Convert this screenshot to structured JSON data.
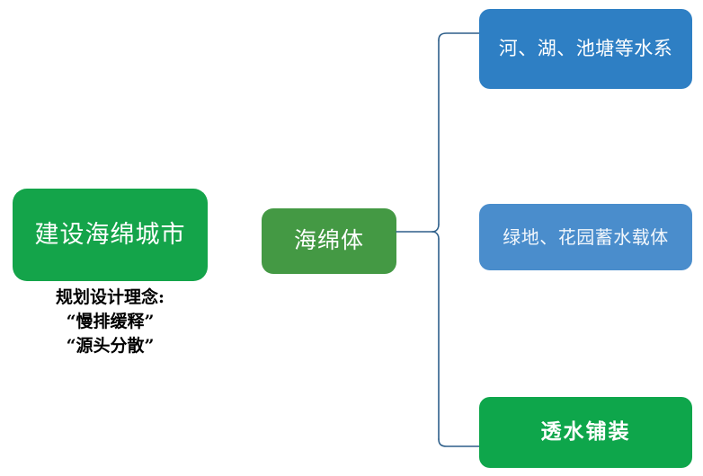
{
  "diagram": {
    "title": "建设海绵城市",
    "type": "bracket-tree",
    "background_color": "#ffffff",
    "root": {
      "label": "建设海绵城市",
      "fill": "#14A44A",
      "text_color": "#ffffff"
    },
    "caption": {
      "lines": [
        "规划设计理念:",
        "“慢排缓释”",
        "“源头分散”"
      ],
      "text_color": "#000000"
    },
    "middle": {
      "label": "海绵体",
      "fill": "#449944",
      "text_color": "#ffffff"
    },
    "branches": [
      {
        "label": "河、湖、池塘等水系",
        "fill": "#2E7FC4",
        "text_color": "#ffffff"
      },
      {
        "label": "绿地、花园蓄水载体",
        "fill": "#4A8DCC",
        "text_color": "#F2F7FC"
      },
      {
        "label": "透水铺装",
        "fill": "#0EA64B",
        "text_color": "#ffffff"
      }
    ],
    "connector": {
      "name": "curly-brace-connector",
      "stroke": "#2E5F8A"
    }
  }
}
